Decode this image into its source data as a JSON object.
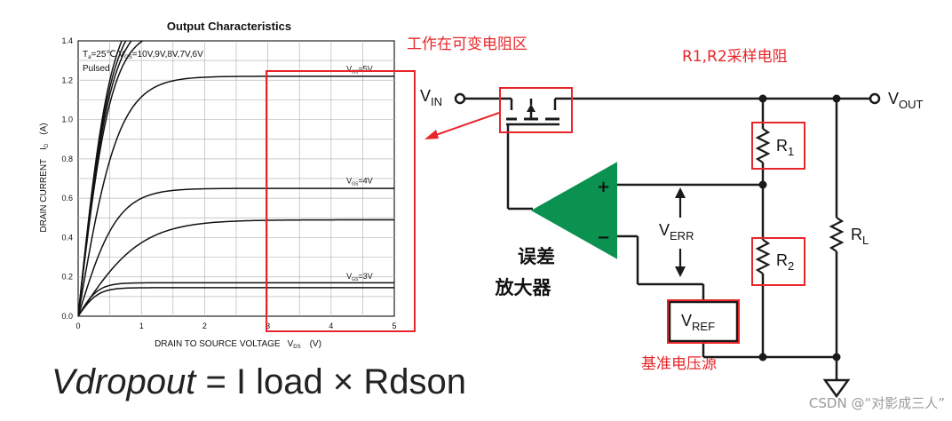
{
  "chart_data": {
    "type": "line",
    "title": "Output Characteristics",
    "xlabel": "DRAIN TO SOURCE VOLTAGE",
    "xlabel_sym": "V",
    "xlabel_sub": "DS",
    "xlabel_unit": "(V)",
    "ylabel": "DRAIN CURRENT",
    "ylabel_sym": "I",
    "ylabel_sub": "D",
    "ylabel_unit": "(A)",
    "xlim": [
      0,
      5
    ],
    "ylim": [
      0,
      1.4
    ],
    "xticks": [
      "0",
      "1",
      "2",
      "3",
      "4",
      "5"
    ],
    "yticks": [
      "0.0",
      "0.2",
      "0.4",
      "0.6",
      "0.8",
      "1.0",
      "1.2",
      "1.4"
    ],
    "grid": true,
    "note_line1_a": "T",
    "note_line1_sub1": "a",
    "note_line1_b": "=25℃ V",
    "note_line1_sub2": "GS",
    "note_line1_c": "=10V,9V,8V,7V,6V",
    "note_line2": "Pulsed",
    "series": [
      {
        "name": "10V",
        "isat": 1.62,
        "k": 1.9
      },
      {
        "name": "9V",
        "isat": 1.57,
        "k": 1.9
      },
      {
        "name": "8V",
        "isat": 1.52,
        "k": 1.9
      },
      {
        "name": "7V",
        "isat": 1.46,
        "k": 1.9
      },
      {
        "name": "6V",
        "isat": 1.22,
        "k": 1.55
      },
      {
        "name": "4V",
        "isat": 0.65,
        "k": 1.6
      },
      {
        "name": "",
        "isat": 0.49,
        "k": 1.0
      },
      {
        "name": "3V",
        "isat": 0.17,
        "k": 3.2
      },
      {
        "name": "",
        "isat": 0.145,
        "k": 3.2
      }
    ],
    "series_labels": [
      {
        "sym": "V",
        "sub": "GS",
        "val": "=5V",
        "x": 4.45,
        "y": 1.245
      },
      {
        "sym": "V",
        "sub": "GS",
        "val": "=4V",
        "x": 4.45,
        "y": 0.675
      },
      {
        "sym": "V",
        "sub": "GS",
        "val": "=3V",
        "x": 4.45,
        "y": 0.19
      }
    ]
  },
  "annotations": {
    "variable_region": "工作在可变电阻区",
    "sampling_resistors": "R1,R2采样电阻",
    "error_amp_line1": "误差",
    "error_amp_line2": "放大器",
    "reference_source": "基准电压源"
  },
  "circuit": {
    "vin": "V",
    "vin_sub": "IN",
    "vout": "V",
    "vout_sub": "OUT",
    "r1": "R",
    "r1_sub": "1",
    "r2": "R",
    "r2_sub": "2",
    "rl": "R",
    "rl_sub": "L",
    "verr": "V",
    "verr_sub": "ERR",
    "vref": "V",
    "vref_sub": "REF",
    "plus": "+",
    "minus": "−"
  },
  "formula": {
    "lhs": "Vdropout",
    "rhs": "= I load × Rdson"
  },
  "watermark": "CSDN @“对影成三人”",
  "colors": {
    "annotation_red": "#e8262a",
    "amp_green": "#0b9150",
    "wire": "#1a1a1a"
  }
}
